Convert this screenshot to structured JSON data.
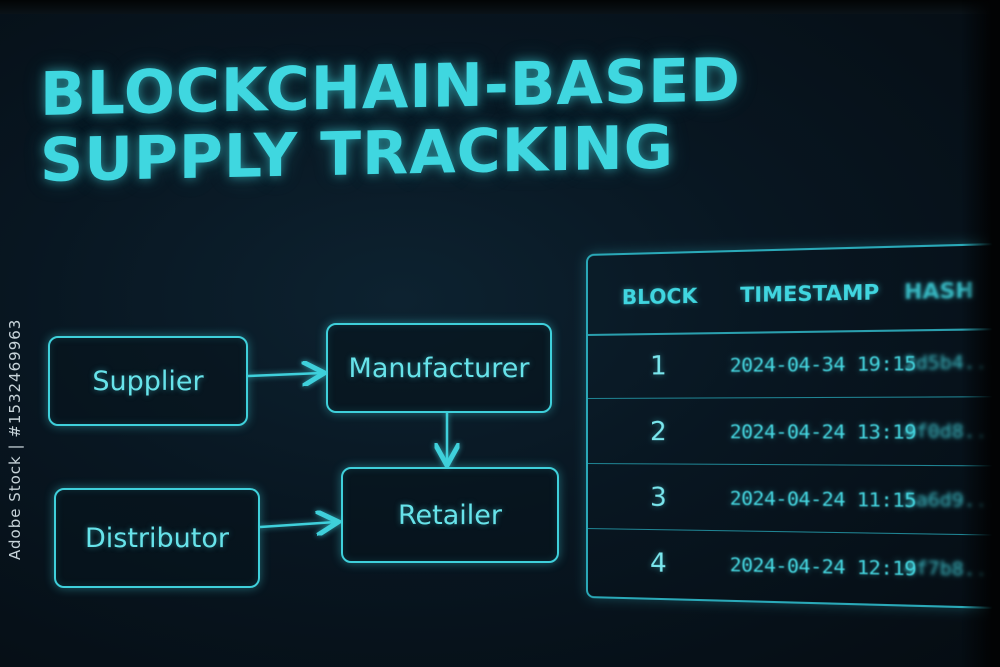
{
  "title": {
    "line1": "BLOCKCHAIN-BASED",
    "line2": "SUPPLY TRACKING"
  },
  "flow": {
    "supplier": "Supplier",
    "manufacturer": "Manufacturer",
    "distributor": "Distributor",
    "retailer": "Retailer"
  },
  "ledger": {
    "headers": [
      "BLOCK",
      "TIMESTAMP",
      "HASH"
    ],
    "rows": [
      {
        "block": "1",
        "timestamp": "2024-04-34 19:15",
        "hash": "2d5b4..."
      },
      {
        "block": "2",
        "timestamp": "2024-04-24 13:19",
        "hash": "4f0d8..."
      },
      {
        "block": "3",
        "timestamp": "2024-04-24 11:15",
        "hash": "5a6d9..."
      },
      {
        "block": "4",
        "timestamp": "2024-04-24 12:19",
        "hash": "4f7b8..."
      }
    ]
  },
  "credit": "Adobe Stock | #1532469963",
  "colors": {
    "accent": "#3fd7e0",
    "background": "#081621"
  }
}
